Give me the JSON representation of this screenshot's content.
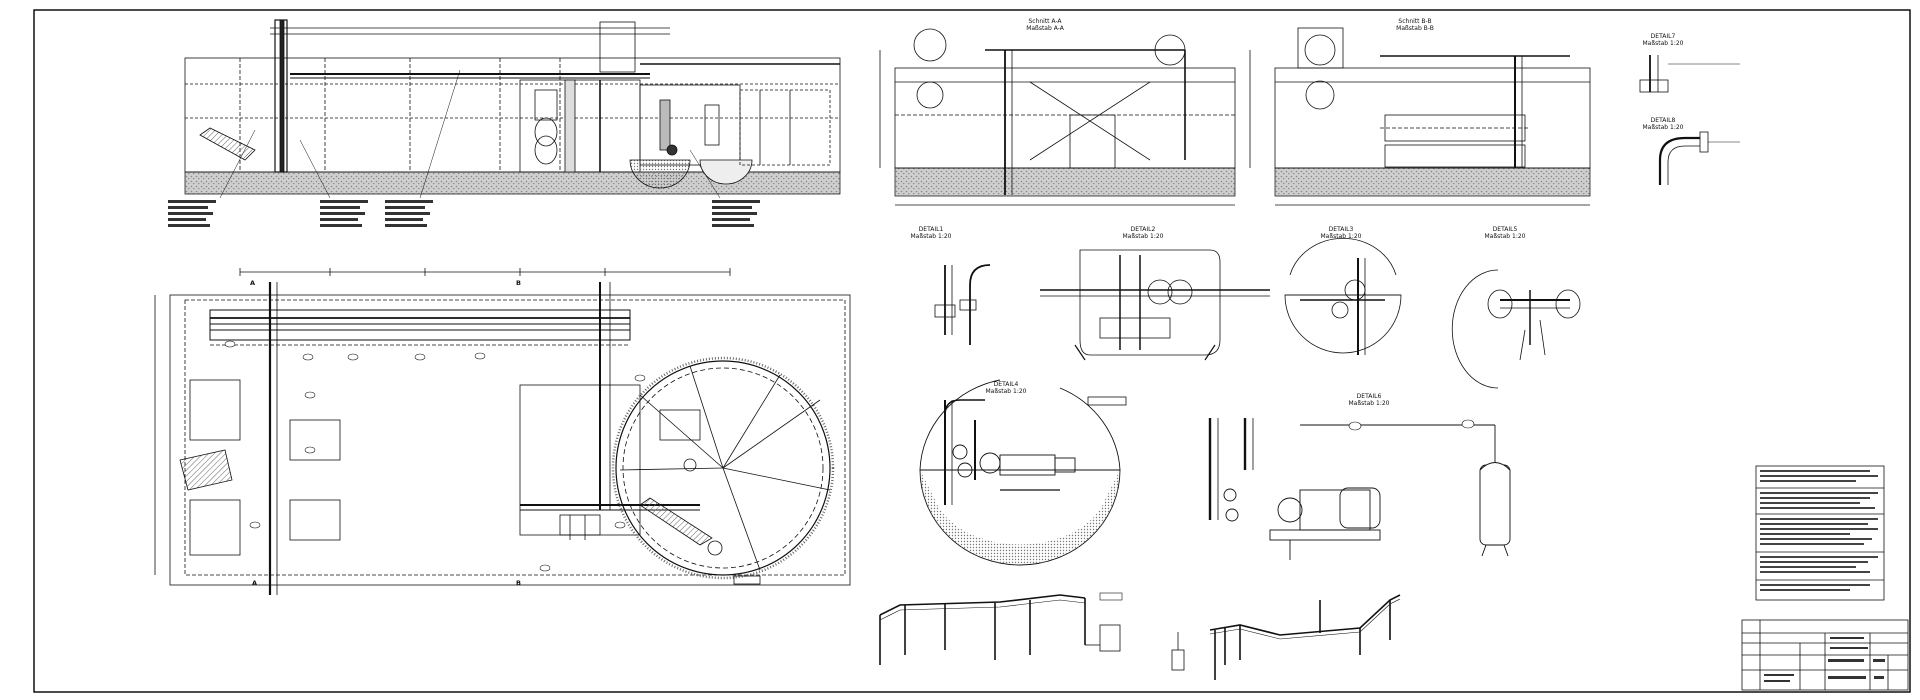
{
  "sheet": {
    "frame_color": "#000000",
    "paper_color": "#ffffff",
    "hatch_color": "#555555"
  },
  "sections": {
    "section_aa_title": "Schnitt A-A",
    "section_aa_scale": "Maßstab A-A",
    "section_bb_title": "Schnitt B-B",
    "section_bb_scale": "Maßstab B-B"
  },
  "details": {
    "detail1_title": "DETAIL1",
    "detail2_title": "DETAIL2",
    "detail3_title": "DETAIL3",
    "detail4_title": "DETAIL4",
    "detail5_title": "DETAIL5",
    "detail6_title": "DETAIL6",
    "detail7_title": "DETAIL7",
    "detail8_title": "DETAIL8",
    "detail_scale": "Maßstab 1:20"
  },
  "markers": {
    "cut_a": "A",
    "cut_b": "B"
  }
}
